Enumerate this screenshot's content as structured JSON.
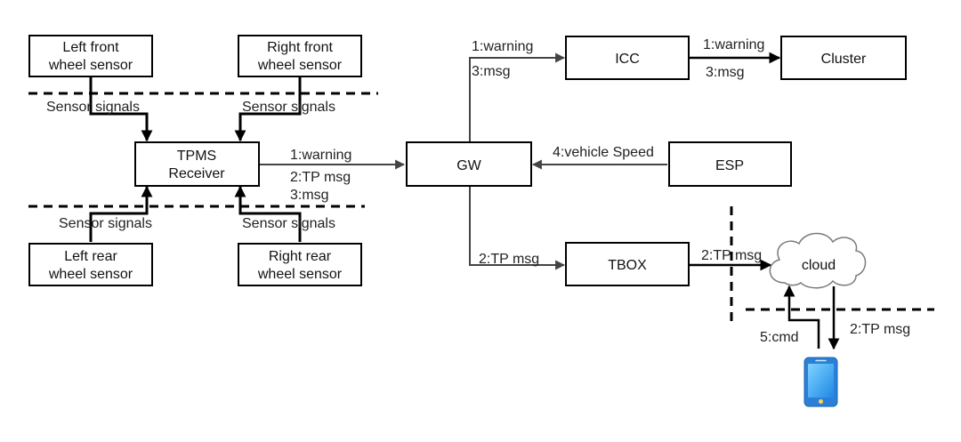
{
  "nodes": {
    "left_front": [
      "Left front",
      "wheel sensor"
    ],
    "right_front": [
      "Right front",
      "wheel sensor"
    ],
    "tpms": [
      "TPMS",
      "Receiver"
    ],
    "left_rear": [
      "Left rear",
      "wheel sensor"
    ],
    "right_rear": [
      "Right rear",
      "wheel sensor"
    ],
    "gw": "GW",
    "icc": "ICC",
    "cluster": "Cluster",
    "esp": "ESP",
    "tbox": "TBOX",
    "cloud": "cloud"
  },
  "edges": {
    "sensor_signals": "Sensor signals",
    "tpms_gw": [
      "1:warning",
      "2:TP msg",
      "3:msg"
    ],
    "gw_icc": [
      "1:warning",
      "3:msg"
    ],
    "icc_cluster": [
      "1:warning",
      "3:msg"
    ],
    "esp_gw": "4:vehicle Speed",
    "gw_tbox": "2:TP msg",
    "tbox_cloud": "2:TP msg",
    "phone_cloud": "5:cmd",
    "cloud_phone": "2:TP msg"
  },
  "icons": {
    "phone": "smartphone-icon",
    "cloud": "cloud-icon"
  },
  "colors": {
    "line": "#444444",
    "box_border": "#000000",
    "phone_blue": "#1e88e5"
  }
}
